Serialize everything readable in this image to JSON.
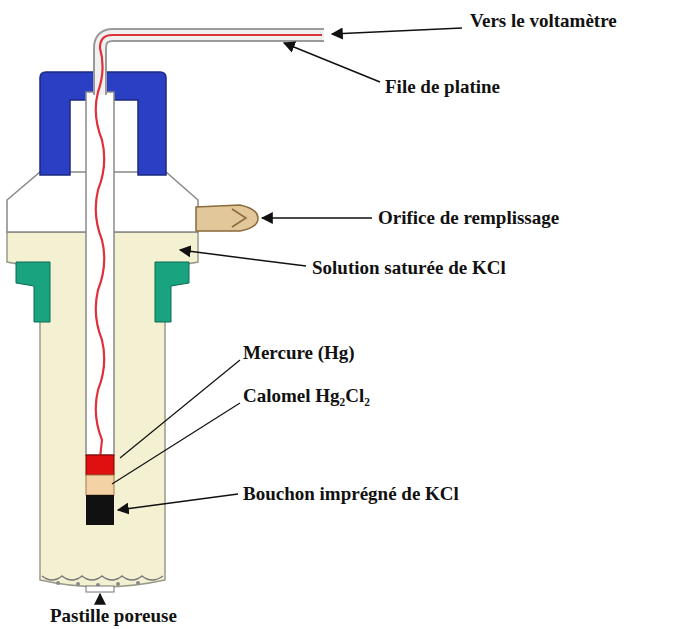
{
  "diagram": {
    "labels": [
      "Vers le voltamètre",
      "File de platine",
      "Orifice de remplissage",
      "Solution saturée de KCl",
      "Mercure (Hg)",
      "Calomel Hg₂Cl₂",
      "Bouchon imprégné de KCl",
      "Pastille poreuse"
    ]
  }
}
